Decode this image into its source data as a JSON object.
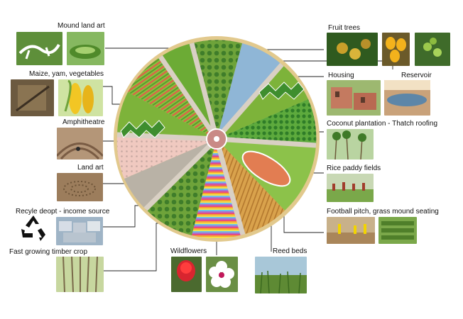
{
  "labels": {
    "mound_land_art": "Mound land art",
    "maize": "Maize, yam, vegetables",
    "amphitheatre": "Amphitheatre",
    "land_art": "Land art",
    "recycle": "Recyle deopt - income source",
    "timber": "Fast growing timber crop",
    "wildflowers": "Wildflowers",
    "reed_beds": "Reed beds",
    "fruit_trees": "Fruit trees",
    "housing": "Housing",
    "reservoir": "Reservoir",
    "coconut": "Coconut plantation - Thatch roofing",
    "rice": "Rice paddy fields",
    "football": "Football pitch, grass mound seating"
  },
  "icons": {
    "recycle": "recycle-icon"
  },
  "colors": {
    "grass": "#7db33a",
    "water": "#8fb6d6",
    "path": "#d9d0c4",
    "plaza": "#f0c9c0",
    "rim": "#e2c98d"
  }
}
